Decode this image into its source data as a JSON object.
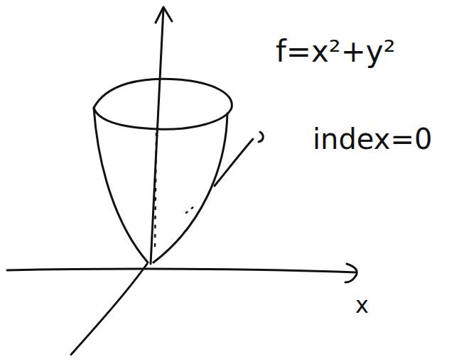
{
  "diagram": {
    "labels": [
      "f=x²+y²",
      "index=0",
      "x"
    ]
  }
}
